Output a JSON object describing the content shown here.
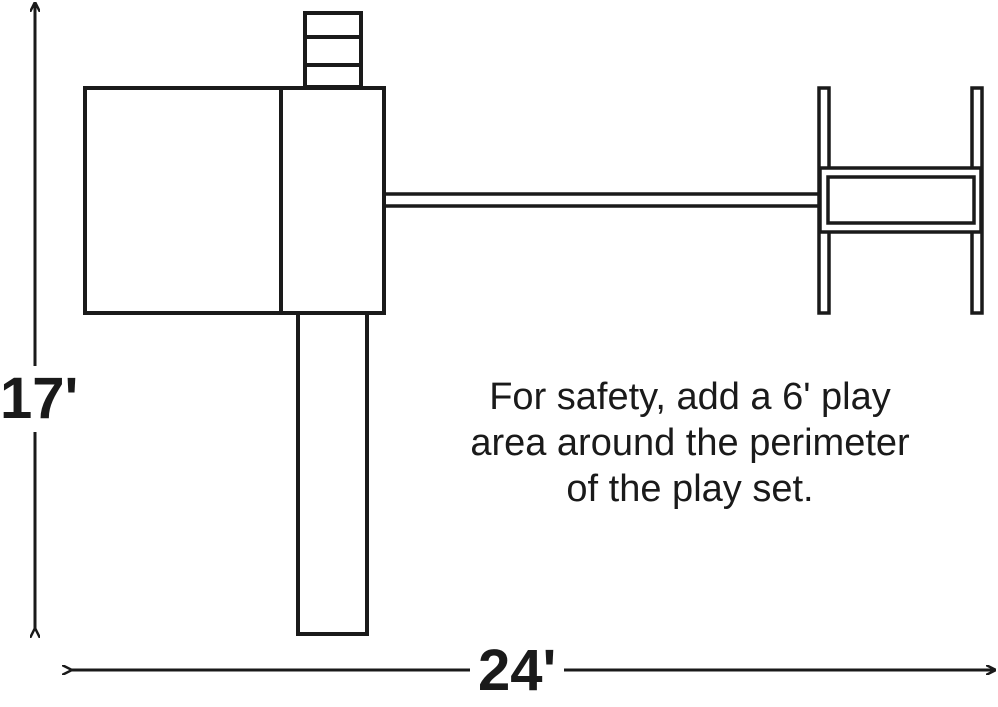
{
  "dimensions": {
    "height_label": "17'",
    "width_label": "24'"
  },
  "note": {
    "lines": [
      "For safety, add a 6' play",
      "area around the perimeter",
      "of the play set."
    ]
  },
  "colors": {
    "stroke": "#1a1a1a",
    "background": "#ffffff"
  }
}
